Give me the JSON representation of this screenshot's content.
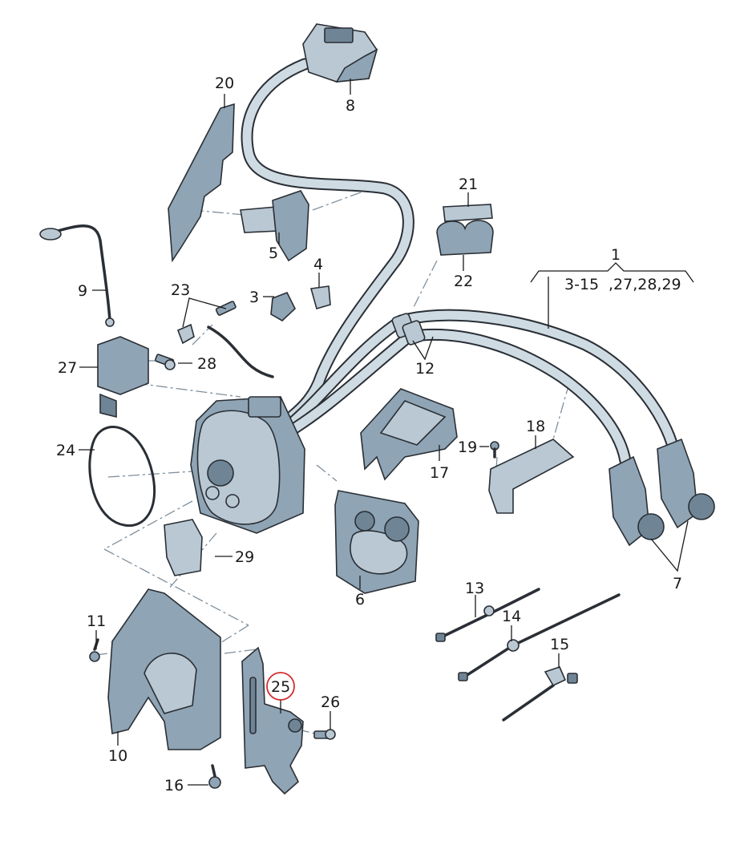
{
  "diagram": {
    "type": "exploded parts diagram",
    "subject": "EV charging socket and wiring harness assembly",
    "highlighted_part": "25",
    "highlight_color": "#d22d2d",
    "line_color": "#1a1a1a",
    "part_color": "#8fa4b4",
    "labels": {
      "p1": "1",
      "p1_includes_a": "3-15",
      "p1_includes_b": ",27,28,29",
      "p3": "3",
      "p4": "4",
      "p5": "5",
      "p6": "6",
      "p7": "7",
      "p8": "8",
      "p9": "9",
      "p10": "10",
      "p11": "11",
      "p12": "12",
      "p13": "13",
      "p14": "14",
      "p15": "15",
      "p16": "16",
      "p17": "17",
      "p18": "18",
      "p19": "19",
      "p20": "20",
      "p21": "21",
      "p22": "22",
      "p23": "23",
      "p24": "24",
      "p25": "25",
      "p26": "26",
      "p27": "27",
      "p28": "28",
      "p29": "29"
    }
  }
}
